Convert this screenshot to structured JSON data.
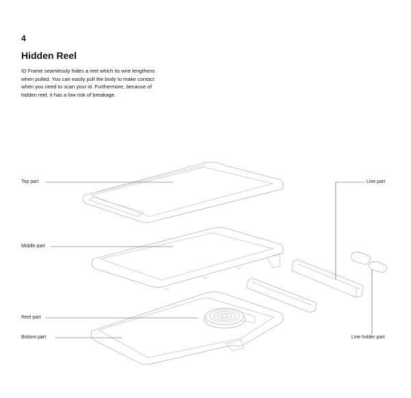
{
  "page_number": "4",
  "title": "Hidden Reel",
  "description": "ID Frame seamlessly hides a reel which its wire lengthens when pulled. You can easily pull the body to make contact when you need to scan your id. Furthermore, because of hidden reel, it has a low risk of breakage.",
  "labels": {
    "top_part": "Top part",
    "middle_part": "Middle part",
    "reel_part": "Reel part",
    "bottom_part": "Bottom part",
    "line_part": "Line part",
    "line_holder_part": "Line holder part"
  }
}
